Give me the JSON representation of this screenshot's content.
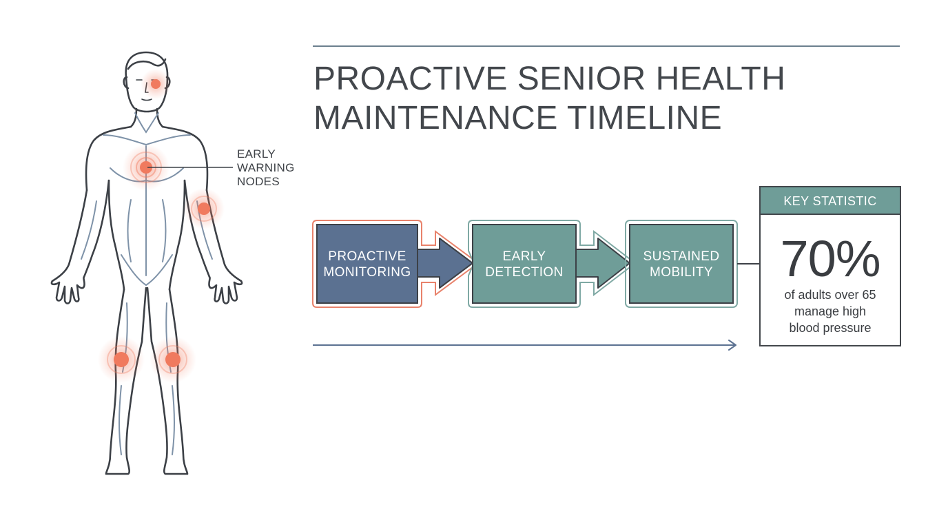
{
  "title": {
    "line1": "PROACTIVE SENIOR HEALTH",
    "line2": "MAINTENANCE TIMELINE"
  },
  "figure": {
    "callout": [
      "EARLY",
      "WARNING",
      "NODES"
    ]
  },
  "timeline": {
    "steps": [
      {
        "line1": "PROACTIVE",
        "line2": "MONITORING",
        "color": "#5b7191"
      },
      {
        "line1": "EARLY",
        "line2": "DETECTION",
        "color": "#6f9d98"
      },
      {
        "line1": "SUSTAINED",
        "line2": "MOBILITY",
        "color": "#6f9d98"
      }
    ]
  },
  "stat": {
    "header": "KEY STATISTIC",
    "value": "70%",
    "caption": [
      "of adults over 65",
      "manage high",
      "blood pressure"
    ]
  },
  "colors": {
    "node": "#f07a5e",
    "outline": "#3c4046",
    "accent_navy": "#5b7191",
    "accent_teal": "#6f9d98"
  }
}
